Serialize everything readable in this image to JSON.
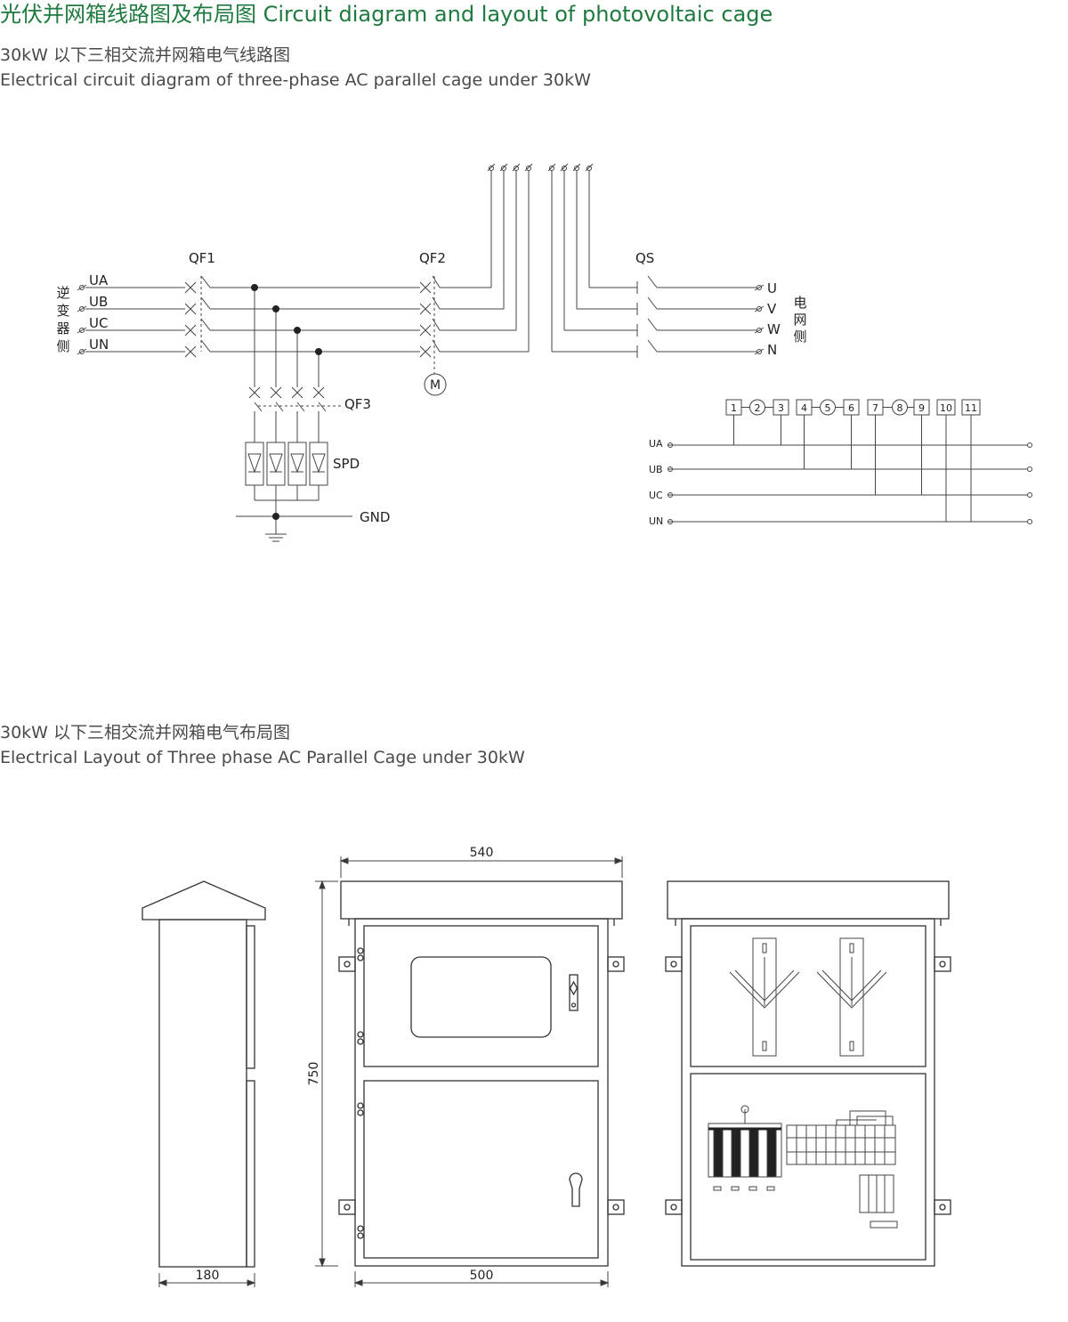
{
  "page_title": "光伏并网箱线路图及布局图 Circuit diagram and layout of photovoltaic cage",
  "circuit_section": {
    "title_cn": "30kW 以下三相交流并网箱电气线路图",
    "title_en": "Electrical circuit diagram of three-phase AC parallel cage under 30kW"
  },
  "layout_section": {
    "title_cn": "30kW 以下三相交流并网箱电气布局图",
    "title_en": "Electrical Layout of Three phase AC Parallel Cage under 30kW"
  },
  "diagram": {
    "breakers": {
      "qf1": "QF1",
      "qf2": "QF2",
      "qs": "QS",
      "qf3": "QF3"
    },
    "spd": "SPD",
    "gnd": "GND",
    "motor": "M",
    "inverter_side": [
      "逆",
      "变",
      "器",
      "侧"
    ],
    "grid_side": [
      "电",
      "网",
      "侧"
    ],
    "input_lines": [
      "UA",
      "UB",
      "UC",
      "UN"
    ],
    "output_lines": [
      "U",
      "V",
      "W",
      "N"
    ],
    "terminal_lines": [
      "UA",
      "UB",
      "UC",
      "UN"
    ],
    "terminals": [
      "1",
      "2",
      "3",
      "4",
      "5",
      "6",
      "7",
      "8",
      "9",
      "10",
      "11"
    ]
  },
  "dimensions": {
    "width_top": "540",
    "height": "750",
    "depth": "180",
    "width_bottom": "500"
  },
  "colors": {
    "title_green": "#1f7a3f",
    "line": "#333333"
  }
}
